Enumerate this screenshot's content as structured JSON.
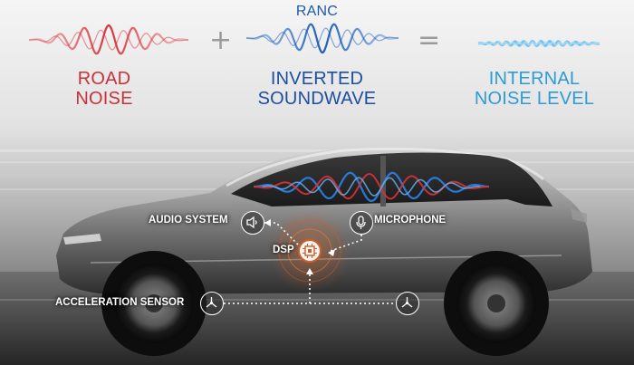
{
  "formula": {
    "ranc_label": "RANC",
    "plus_sign": "+",
    "equals_sign": "=",
    "road_noise": {
      "line1": "ROAD",
      "line2": "NOISE",
      "color": "#c8323a"
    },
    "inverted_soundwave": {
      "line1": "INVERTED",
      "line2": "SOUNDWAVE",
      "color": "#1d4fa0"
    },
    "internal_noise": {
      "line1": "INTERNAL",
      "line2": "NOISE LEVEL",
      "color": "#2e9bd6"
    }
  },
  "components": {
    "audio_system": "AUDIO SYSTEM",
    "microphone": "MICROPHONE",
    "dsp": "DSP",
    "acceleration_sensor": "ACCELERATION SENSOR"
  },
  "icons": {
    "audio_system": "speaker-icon",
    "microphone": "microphone-icon",
    "dsp": "chip-icon",
    "acceleration_sensor": "accelerometer-icon"
  },
  "colors": {
    "dsp_accent": "#c8622a",
    "wave_blue": "#1e6fd0",
    "wave_red": "#d8323a"
  }
}
